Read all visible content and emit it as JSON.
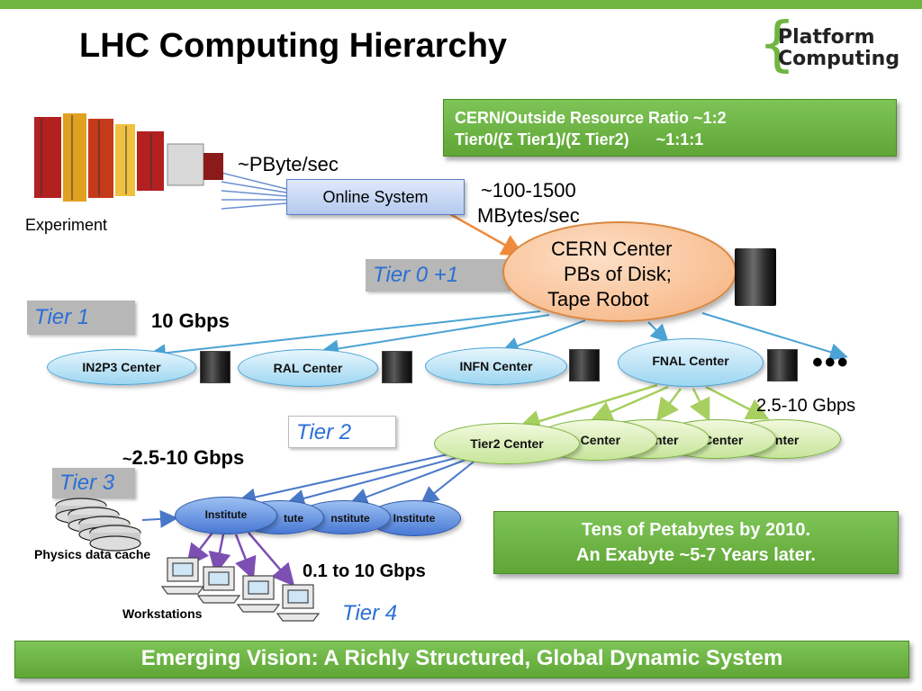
{
  "title": "LHC Computing Hierarchy",
  "logo": {
    "line1": "Platform",
    "line2": "Computing"
  },
  "ratio_box": {
    "line1": "CERN/Outside Resource Ratio ~1:2",
    "line2": "Tier0/(Σ Tier1)/(Σ Tier2)      ~1:1:1"
  },
  "labels": {
    "pbyte": "~PByte/sec",
    "experiment": "Experiment",
    "online_system": "Online System",
    "rate_line1": "~100-1500",
    "rate_line2": "MBytes/sec",
    "gbps10": "10 Gbps",
    "gbps_25_10_right": "2.5-10 Gbps",
    "gbps_25_10_tilde": "~",
    "gbps_25_10_left": "2.5-10 Gbps",
    "physics_cache": "Physics data cache",
    "gbps_01_10": "0.1 to 10 Gbps",
    "workstations": "Workstations",
    "ellipsis": "•••"
  },
  "tiers": {
    "t01": "Tier 0 +1",
    "t1": "Tier 1",
    "t2": "Tier 2",
    "t3": "Tier 3",
    "t4": "Tier 4"
  },
  "cern": {
    "line1": "CERN Center",
    "line2": "PBs of Disk;",
    "line3": "Tape Robot"
  },
  "tier1_centers": [
    "IN2P3 Center",
    "RAL Center",
    "INFN Center",
    "FNAL Center"
  ],
  "tier2_centers": {
    "main": "Tier2 Center",
    "c1": "2 Center",
    "c2": "nter",
    "c3": "Center",
    "c4": "Center"
  },
  "institutes": {
    "main": "Institute",
    "i1": "tute",
    "i2": "nstitute",
    "i3": "Institute"
  },
  "tens_box": {
    "line1": "Tens of Petabytes by 2010.",
    "line2": "An Exabyte ~5-7 Years later."
  },
  "footer": "Emerging Vision: A Richly Structured, Global Dynamic System",
  "colors": {
    "accent_green": "#6fb540",
    "tier_label_blue": "#2b6fd6",
    "cern_orange": "#f6b07c",
    "tier1_blue": "#9dd6f1",
    "tier2_green": "#c7e59b",
    "institute_blue": "#4878d4",
    "arrow_purple": "#7d4fb3"
  }
}
